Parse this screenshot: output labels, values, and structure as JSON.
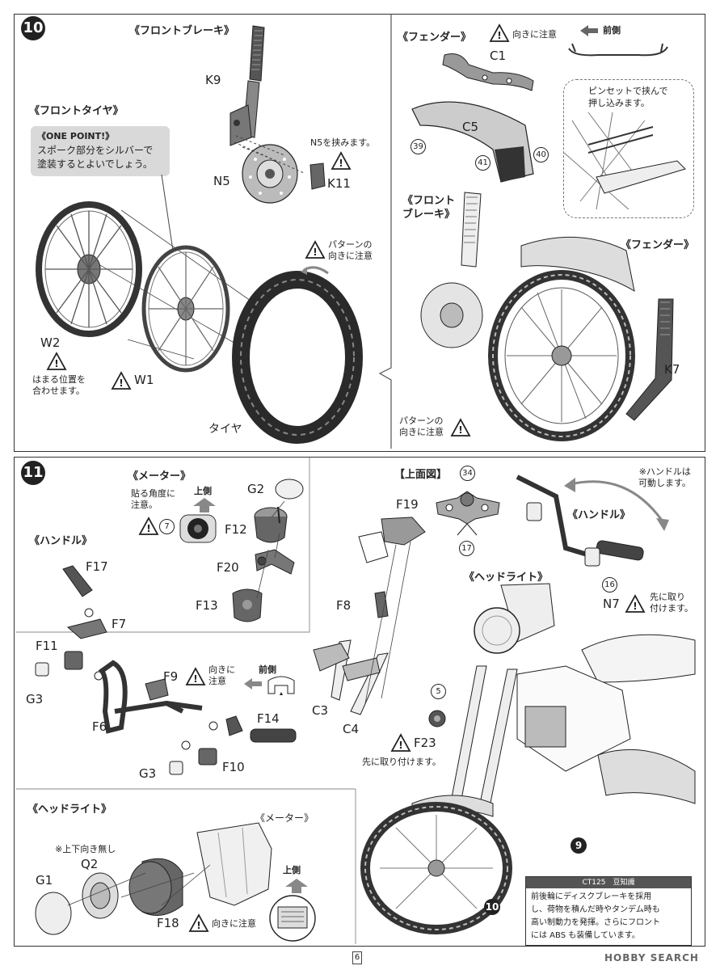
{
  "step10": {
    "number": "10",
    "sections": {
      "front_brake": "《フロントブレーキ》",
      "front_tire": "《フロントタイヤ》",
      "fender": "《フェンダー》",
      "front_brake_2": "《フロント\nブレーキ》",
      "fender_2": "《フェンダー》"
    },
    "one_point": {
      "title": "《ONE POINT!》",
      "body": "スポーク部分をシルバーで\n塗装するとよいでしょう。"
    },
    "parts": {
      "K9": "K9",
      "N5": "N5",
      "K11": "K11",
      "W2": "W2",
      "W1": "W1",
      "tire": "タイヤ",
      "C1": "C1",
      "C5": "C5",
      "K7": "K7"
    },
    "notes": {
      "n5_pinch": "N5を挟みます。",
      "pattern_dir_1": "パターンの\n向きに注意",
      "align_pos": "はまる位置を\n合わせます。",
      "direction_caution": "向きに注意",
      "front_side": "前側",
      "tweezers": "ピンセットで挟んで\n押し込みます。",
      "pattern_dir_2": "パターンの\n向きに注意"
    },
    "paint_refs": [
      "39",
      "41",
      "40"
    ]
  },
  "step11": {
    "number": "11",
    "sections": {
      "meter": "《メーター》",
      "handle": "《ハンドル》",
      "top_view": "【上面図】",
      "handle_2": "《ハンドル》",
      "headlight": "《ヘッドライト》",
      "headlight_2": "《ヘッドライト》",
      "meter_2": "《メーター》"
    },
    "parts": {
      "G2": "G2",
      "F12": "F12",
      "F20": "F20",
      "F13": "F13",
      "F19": "F19",
      "F17": "F17",
      "F7": "F7",
      "F11": "F11",
      "G3a": "G3",
      "F9": "F9",
      "F8": "F8",
      "N7": "N7",
      "F6": "F6",
      "F14": "F14",
      "C3": "C3",
      "C4": "C4",
      "F23": "F23",
      "F10": "F10",
      "G3b": "G3",
      "G1": "G1",
      "Q2": "Q2",
      "F18": "F18"
    },
    "notes": {
      "stick_angle": "貼る角度に\n注意。",
      "top_side": "上側",
      "handle_movable": "※ハンドルは\n可動します。",
      "attach_first_n7": "先に取り\n付けます。",
      "direction_caution_f9": "向きに\n注意",
      "front_side": "前側",
      "attach_first_f23": "先に取り付けます。",
      "no_updown": "※上下向き無し",
      "direction_caution_f18": "向きに注意",
      "top_side_2": "上側"
    },
    "paint_refs": [
      "7",
      "34",
      "17",
      "16",
      "5"
    ],
    "step_refs": [
      "9",
      "10"
    ],
    "trivia": {
      "title": "CT125　豆知識",
      "body": "前後輪にディスクブレーキを採用\nし、荷物を積んだ時やタンデム時も\n高い制動力を発揮。さらにフロント\nには ABS も装備しています。"
    }
  },
  "footer": {
    "page_number": "6",
    "watermark": "HOBBY SEARCH"
  }
}
